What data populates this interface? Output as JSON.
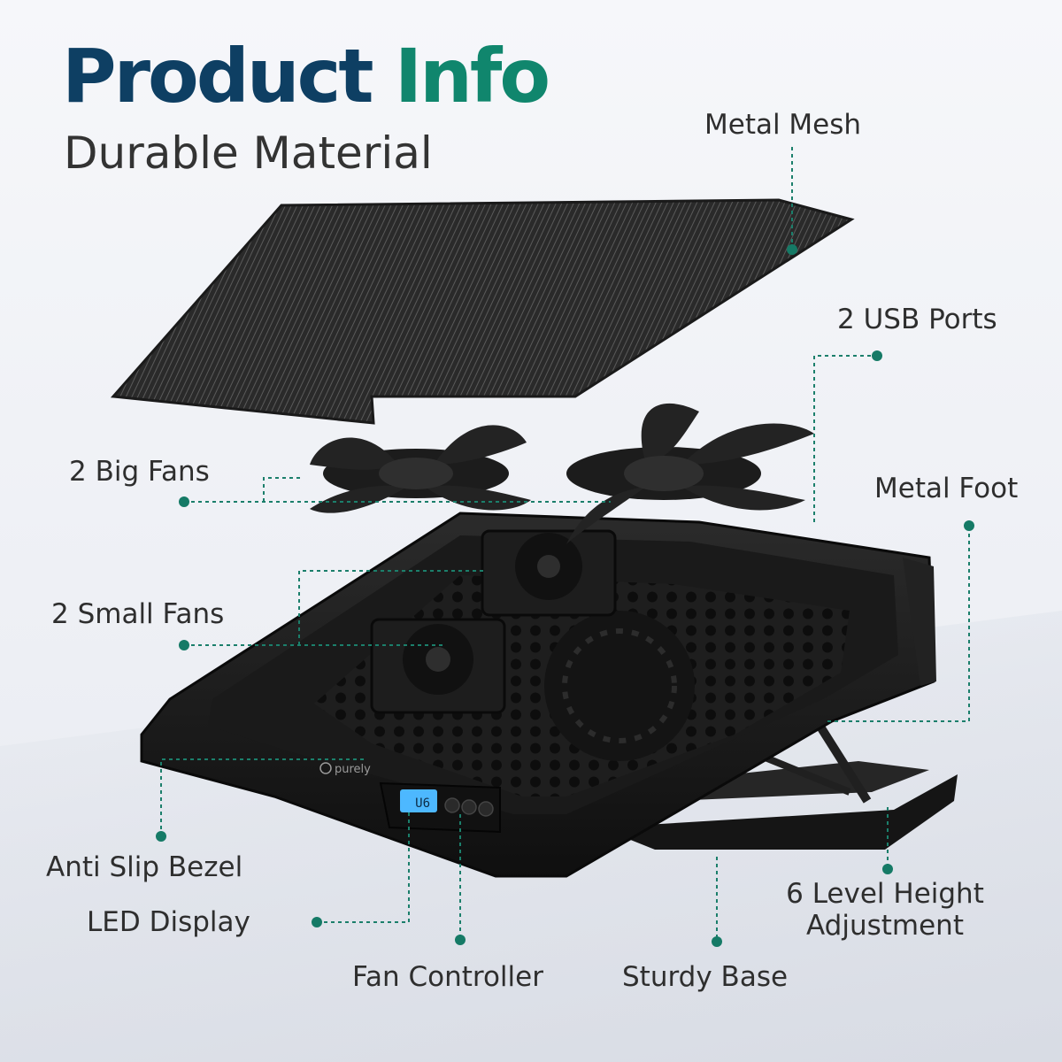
{
  "header": {
    "title_part1": "Product",
    "title_part2": "Info",
    "subtitle": "Durable Material"
  },
  "device": {
    "brand": "purely",
    "display_value": "U6"
  },
  "callouts": {
    "metal_mesh": "Metal Mesh",
    "usb_ports": "2 USB Ports",
    "big_fans": "2 Big Fans",
    "metal_foot": "Metal Foot",
    "small_fans": "2 Small Fans",
    "anti_slip_bezel": "Anti Slip Bezel",
    "led_display": "LED Display",
    "height_adjustment_line1": "6 Level Height",
    "height_adjustment_line2": "Adjustment",
    "fan_controller": "Fan Controller",
    "sturdy_base": "Sturdy Base"
  },
  "colors": {
    "title_blue": "#0e3f63",
    "title_green": "#10866d",
    "leader_green": "#1b7f6b",
    "device_black": "#161616",
    "lcd_blue": "#4db8ff"
  }
}
